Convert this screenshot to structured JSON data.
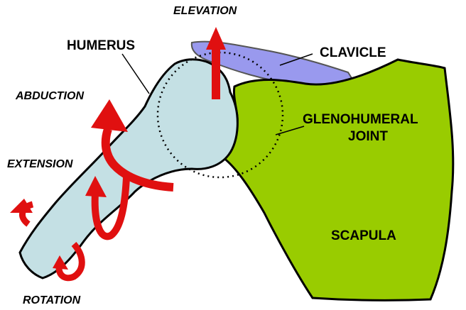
{
  "labels": {
    "elevation": "ELEVATION",
    "humerus": "HUMERUS",
    "clavicle": "CLAVICLE",
    "abduction": "ABDUCTION",
    "glenohumeral_line1": "GLENOHUMERAL",
    "glenohumeral_line2": "JOINT",
    "extension": "EXTENSION",
    "scapula": "SCAPULA",
    "rotation": "ROTATION"
  },
  "colors": {
    "humerus": "#c4e0e4",
    "scapula": "#99cc00",
    "clavicle": "#9999ee",
    "arrow": "#e01010",
    "outline": "#000000"
  }
}
